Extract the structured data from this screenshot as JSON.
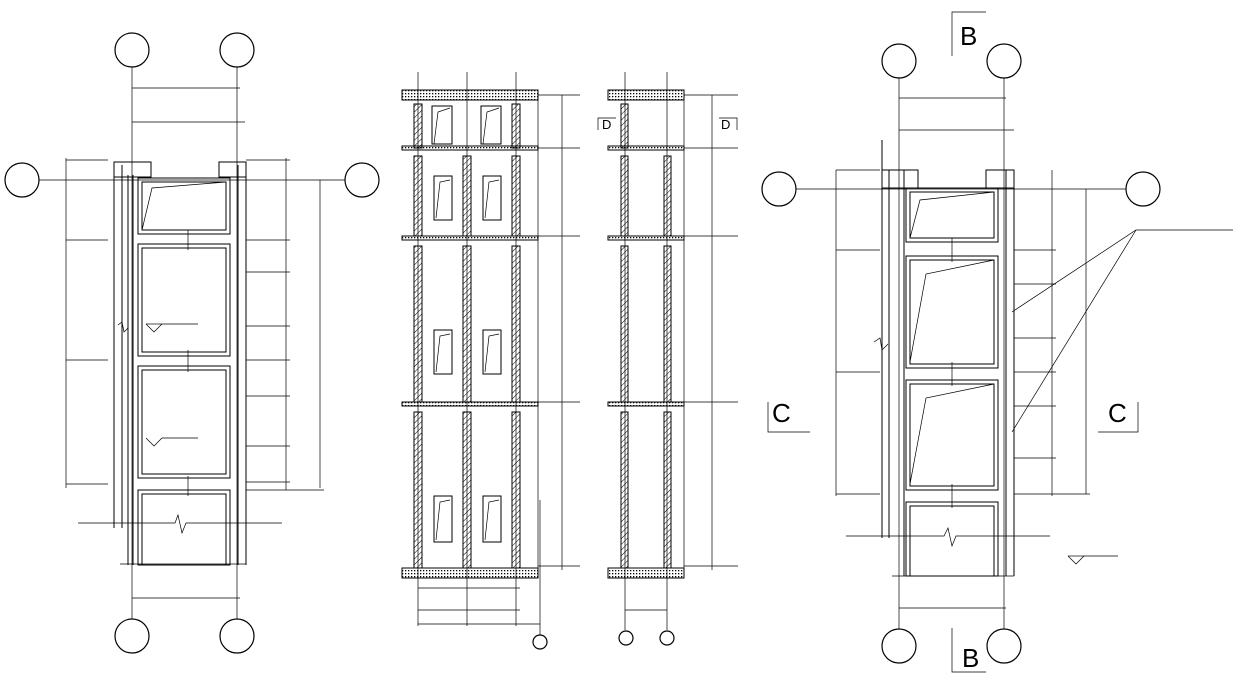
{
  "drawing": {
    "type": "architectural-cad",
    "views": [
      "plan-left",
      "section-middle",
      "section-narrow",
      "plan-right"
    ]
  },
  "section_marks": {
    "b_top": "B",
    "b_bottom": "B",
    "c_left": "C",
    "c_right": "C",
    "d_left": "D",
    "d_right": "D"
  },
  "colors": {
    "line": "#000000",
    "background": "#ffffff"
  }
}
